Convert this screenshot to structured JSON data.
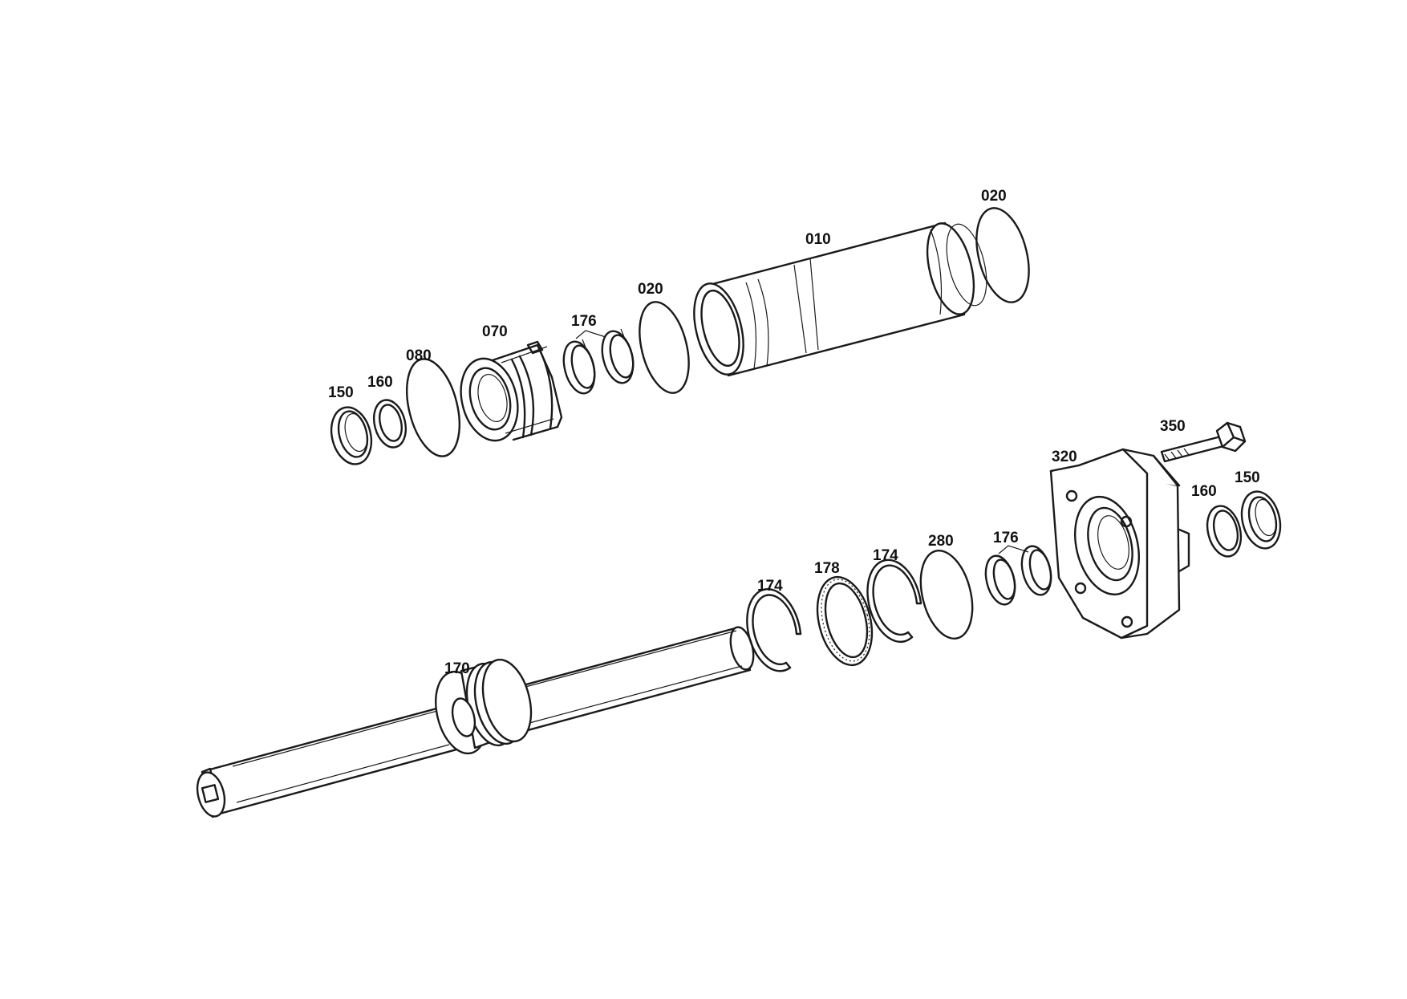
{
  "diagram": {
    "callouts": {
      "c010": "010",
      "c020_top": "020",
      "c020_mid": "020",
      "c070": "070",
      "c080": "080",
      "c150_left": "150",
      "c160_left": "160",
      "c176_top": "176",
      "c170": "170",
      "c174_a": "174",
      "c178": "178",
      "c174_b": "174",
      "c280": "280",
      "c176_bottom": "176",
      "c320": "320",
      "c350": "350",
      "c160_right": "160",
      "c150_right": "150"
    },
    "line_color": "#1a1a1a",
    "background": "#ffffff"
  }
}
